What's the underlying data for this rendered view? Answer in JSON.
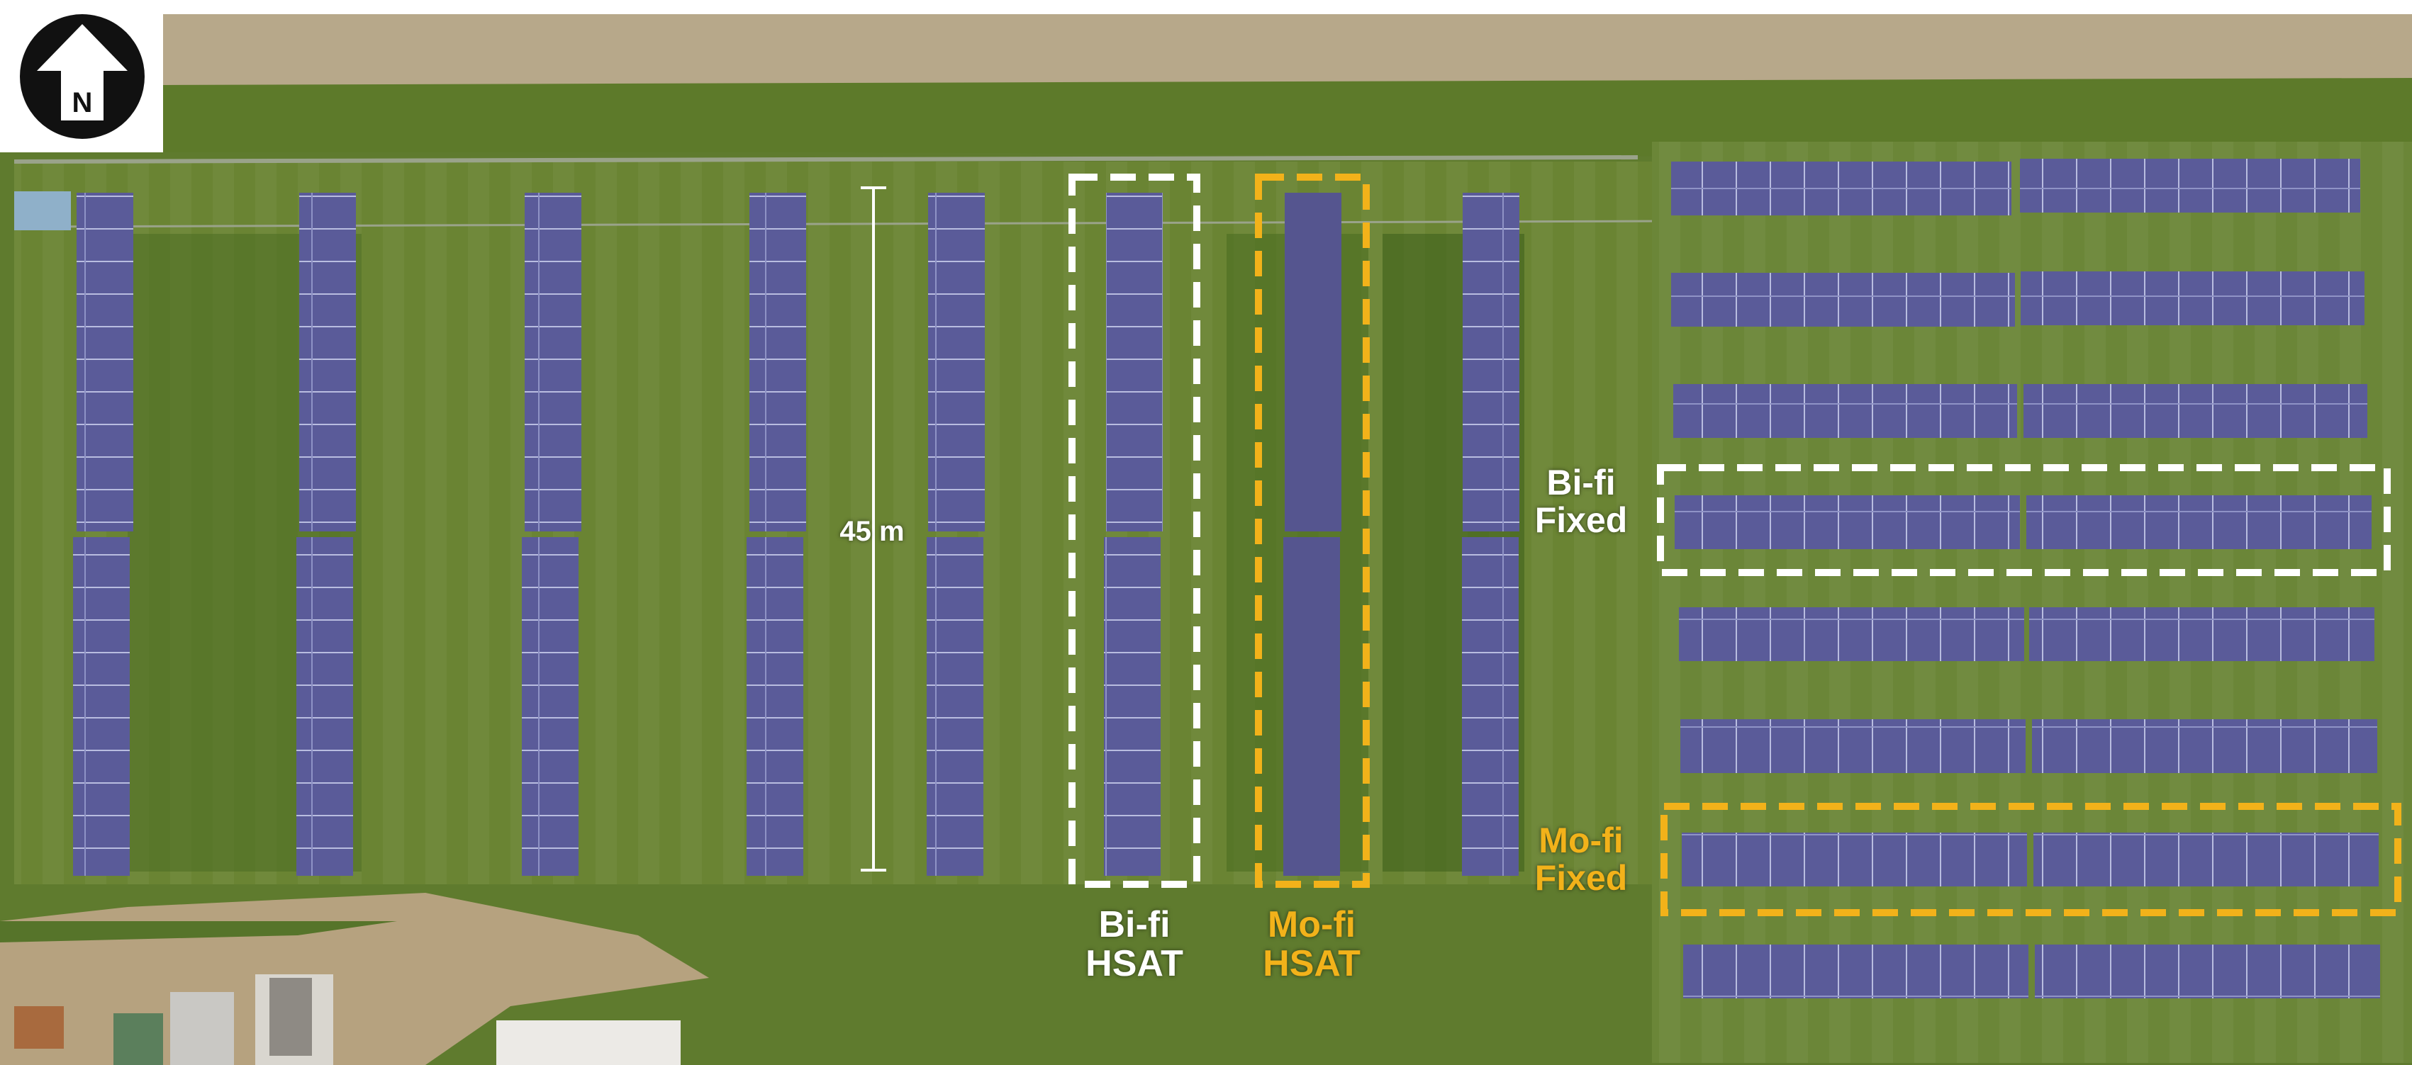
{
  "compass": {
    "letter": "N",
    "icon": "north-arrow-icon"
  },
  "scale_label": "45 m",
  "labels": {
    "bifi_hsat": [
      "Bi-fi",
      "HSAT"
    ],
    "mofi_hsat": [
      "Mo-fi",
      "HSAT"
    ],
    "bifi_fixed": [
      "Bi-fi",
      "Fixed"
    ],
    "mofi_fixed": [
      "Mo-fi",
      "Fixed"
    ]
  },
  "colors": {
    "highlight_white": "#ffffff",
    "highlight_yellow": "#f2b21a",
    "grass": "#5e7a2c",
    "panel": "#5b5c9a"
  }
}
